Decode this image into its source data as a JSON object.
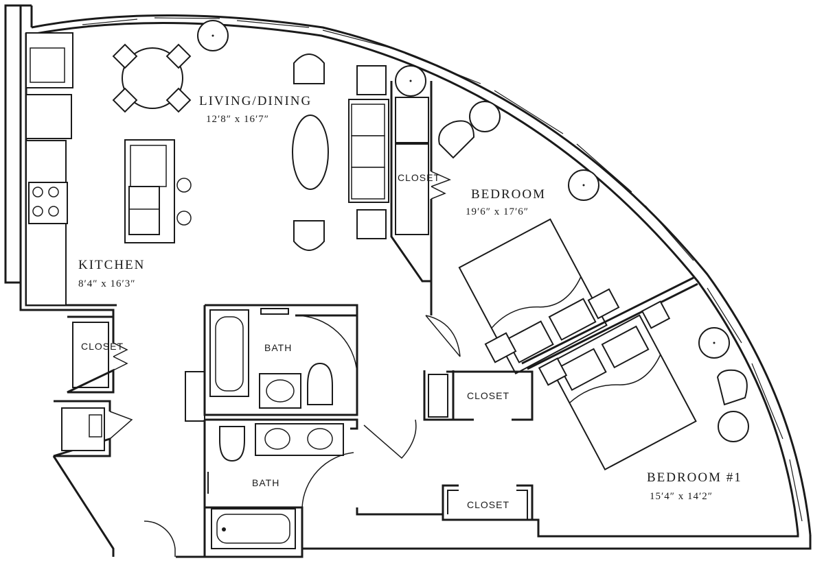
{
  "rooms": {
    "living": {
      "name": "LIVING/DINING",
      "dims": "12′8″ x 16′7″"
    },
    "kitchen": {
      "name": "KITCHEN",
      "dims": "8′4″ x 16′3″"
    },
    "bedroom": {
      "name": "BEDROOM",
      "dims": "19′6″ x 17′6″"
    },
    "bedroom1": {
      "name": "BEDROOM #1",
      "dims": "15′4″ x 14′2″"
    }
  },
  "labels": {
    "closet_hall": "CLOSET",
    "closet_bedroom": "CLOSET",
    "closet_mid": "CLOSET",
    "closet_bottom": "CLOSET",
    "bath_top": "BATH",
    "bath_bottom": "BATH"
  }
}
